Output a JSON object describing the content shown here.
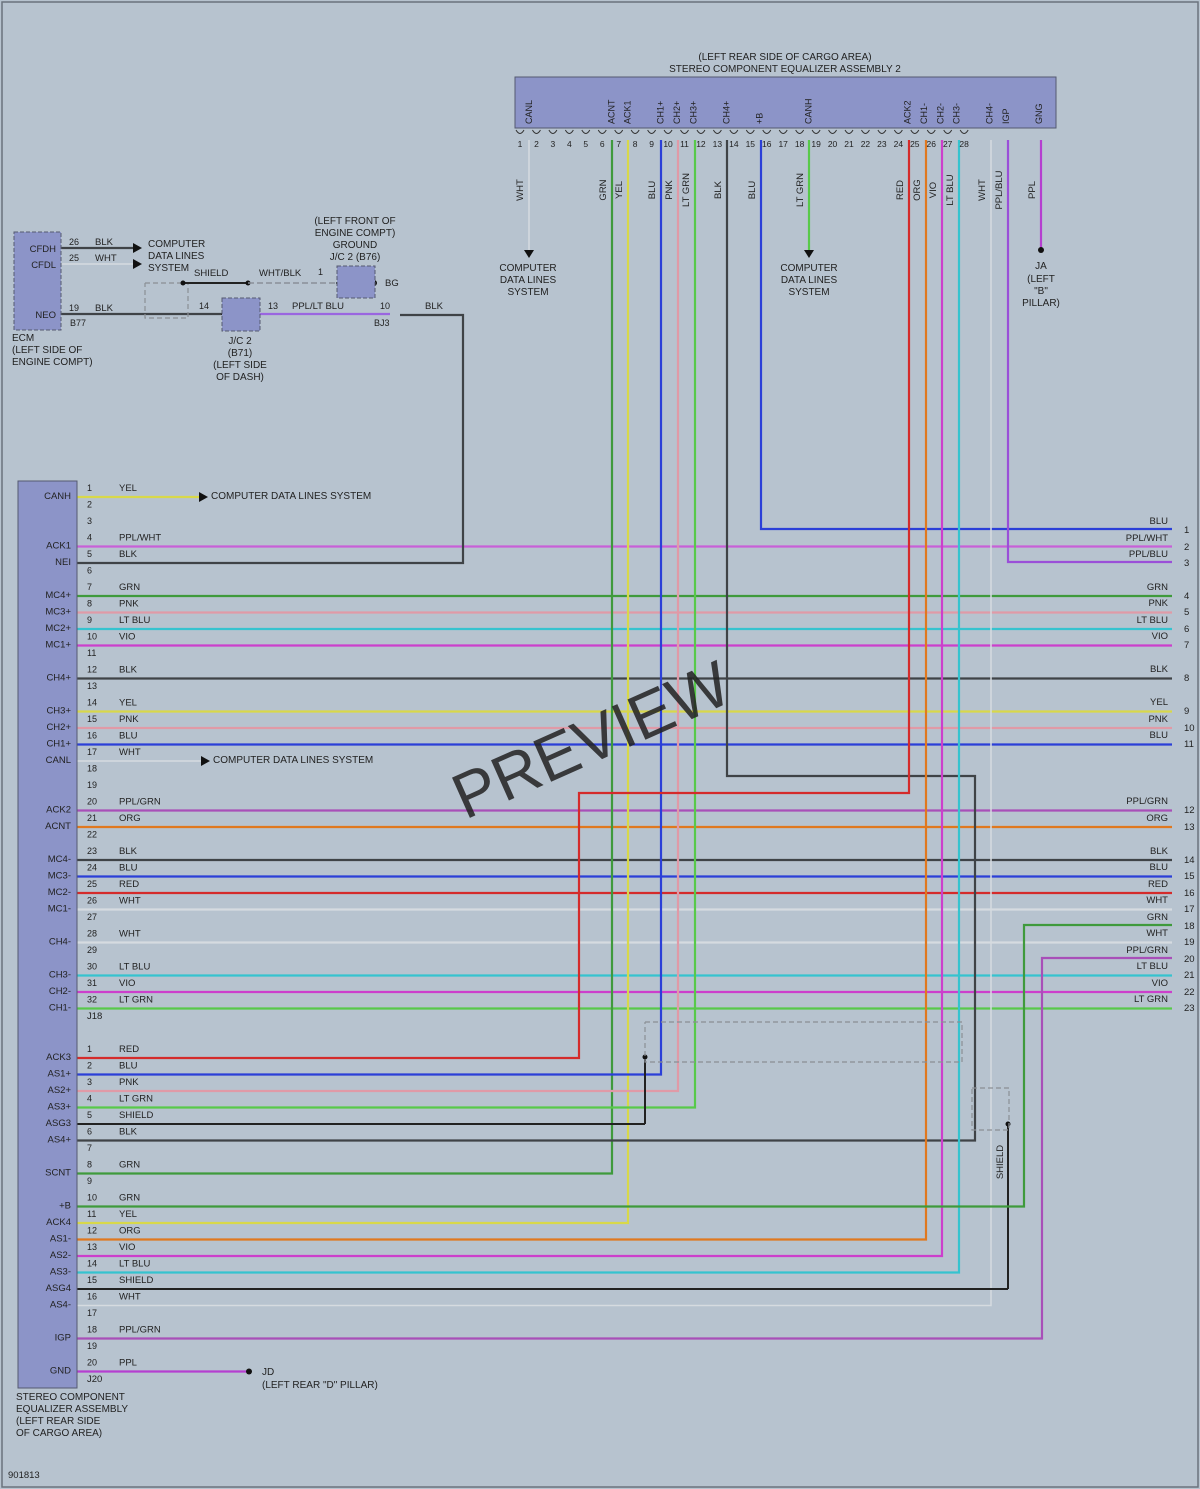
{
  "diagram_id": "901813",
  "watermark": "PREVIEW",
  "colors": {
    "BLK": "#3f4347",
    "WHT": "#d6dbe0",
    "YEL": "#d8d84a",
    "PNK": "#e09aa7",
    "BLU": "#2b3fd8",
    "GRN": "#3f9a3c",
    "LT BLU": "#35c3cf",
    "VIO": "#cc3fcc",
    "RED": "#d42b2b",
    "ORG": "#e0781f",
    "LT GRN": "#58c94a",
    "PPL": "#b53fd0",
    "PPL/WHT": "#c860d8",
    "PPL/BLU": "#9a4fd8",
    "PPL/GRN": "#a84fb8",
    "PPL/LT BLU": "#9a66e0",
    "WHT/BLK": "#8a9098",
    "connector": "#8c94c8"
  },
  "equalizer2": {
    "title_line1": "(LEFT REAR SIDE OF CARGO AREA)",
    "title_line2": "STEREO COMPONENT EQUALIZER ASSEMBLY 2",
    "pin_labels": {
      "1": "CANL",
      "7": "ACNT",
      "8": "ACK1",
      "10": "CH1+",
      "11": "CH2+",
      "12": "CH3+",
      "14": "CH4+",
      "16": "+B",
      "19": "CANH",
      "25": "ACK2",
      "26": "CH1-",
      "27": "CH2-",
      "28": "CH3-",
      "30": "CH4-",
      "31": "IGP",
      "33": "GNG"
    },
    "pin_numbers": [
      "1",
      "2",
      "3",
      "4",
      "5",
      "6",
      "7",
      "8",
      "9",
      "10",
      "11",
      "12",
      "13",
      "14",
      "15",
      "16",
      "17",
      "18",
      "19",
      "20",
      "21",
      "22",
      "23",
      "24",
      "25",
      "26",
      "27",
      "28"
    ],
    "wire_colors": [
      {
        "label": "WHT"
      },
      {
        "label": "GRN"
      },
      {
        "label": "YEL"
      },
      {
        "label": "BLU"
      },
      {
        "label": "PNK"
      },
      {
        "label": "LT GRN"
      },
      {
        "label": "BLK"
      },
      {
        "label": "BLU"
      },
      {
        "label": "LT GRN"
      },
      {
        "label": "RED"
      },
      {
        "label": "ORG"
      },
      {
        "label": "VIO"
      },
      {
        "label": "LT BLU"
      },
      {
        "label": "WHT"
      },
      {
        "label": "PPL/BLU"
      },
      {
        "label": "PPL"
      }
    ],
    "cdl_text": [
      "COMPUTER",
      "DATA LINES",
      "SYSTEM"
    ],
    "ground": {
      "id": "JA",
      "lines": [
        "(LEFT",
        "\"B\"",
        "PILLAR)"
      ]
    }
  },
  "ecm": {
    "pins": [
      "CFDH",
      "CFDL",
      "NEO"
    ],
    "pin_numbers": [
      "26",
      "25",
      "19"
    ],
    "wires": [
      "BLK",
      "WHT",
      "BLK"
    ],
    "connector": "B77",
    "caption": [
      "ECM",
      "(LEFT SIDE OF",
      "ENGINE COMPT)"
    ],
    "cdl_text": [
      "COMPUTER",
      "DATA LINES",
      "SYSTEM"
    ],
    "shield_label": "SHIELD",
    "shield_wire": "WHT/BLK",
    "shield_pin": "1",
    "ground_label": [
      "(LEFT FRONT OF",
      "ENGINE COMPT)",
      "GROUND",
      "J/C 2 (B76)"
    ],
    "ground_id": "BG",
    "jc_pins": [
      "14",
      "13"
    ],
    "jc_wire": "PPL/LT BLU",
    "jc_caption": [
      "J/C 2",
      "(B71)",
      "(LEFT SIDE",
      "OF DASH)"
    ],
    "bj_pin": "10",
    "bj_connector": "BJ3",
    "bj_wire": "BLK"
  },
  "equalizer": {
    "connector_j18": "J18",
    "connector_j20": "J20",
    "caption": [
      "STEREO COMPONENT",
      "EQUALIZER ASSEMBLY",
      "(LEFT REAR SIDE",
      "OF CARGO AREA)"
    ],
    "cdl_text": "COMPUTER DATA LINES SYSTEM",
    "ground": {
      "id": "JD",
      "text": "(LEFT REAR \"D\" PILLAR)"
    },
    "shield_vertical": "SHIELD",
    "j18_rows": [
      {
        "pin": "1",
        "label": "CANH",
        "wire": "YEL"
      },
      {
        "pin": "2",
        "label": "",
        "wire": ""
      },
      {
        "pin": "3",
        "label": "",
        "wire": ""
      },
      {
        "pin": "4",
        "label": "ACK1",
        "wire": "PPL/WHT"
      },
      {
        "pin": "5",
        "label": "NEI",
        "wire": "BLK"
      },
      {
        "pin": "6",
        "label": "",
        "wire": ""
      },
      {
        "pin": "7",
        "label": "MC4+",
        "wire": "GRN"
      },
      {
        "pin": "8",
        "label": "MC3+",
        "wire": "PNK"
      },
      {
        "pin": "9",
        "label": "MC2+",
        "wire": "LT BLU"
      },
      {
        "pin": "10",
        "label": "MC1+",
        "wire": "VIO"
      },
      {
        "pin": "11",
        "label": "",
        "wire": ""
      },
      {
        "pin": "12",
        "label": "CH4+",
        "wire": "BLK"
      },
      {
        "pin": "13",
        "label": "",
        "wire": ""
      },
      {
        "pin": "14",
        "label": "CH3+",
        "wire": "YEL"
      },
      {
        "pin": "15",
        "label": "CH2+",
        "wire": "PNK"
      },
      {
        "pin": "16",
        "label": "CH1+",
        "wire": "BLU"
      },
      {
        "pin": "17",
        "label": "CANL",
        "wire": "WHT"
      },
      {
        "pin": "18",
        "label": "",
        "wire": ""
      },
      {
        "pin": "19",
        "label": "",
        "wire": ""
      },
      {
        "pin": "20",
        "label": "ACK2",
        "wire": "PPL/GRN"
      },
      {
        "pin": "21",
        "label": "ACNT",
        "wire": "ORG"
      },
      {
        "pin": "22",
        "label": "",
        "wire": ""
      },
      {
        "pin": "23",
        "label": "MC4-",
        "wire": "BLK"
      },
      {
        "pin": "24",
        "label": "MC3-",
        "wire": "BLU"
      },
      {
        "pin": "25",
        "label": "MC2-",
        "wire": "RED"
      },
      {
        "pin": "26",
        "label": "MC1-",
        "wire": "WHT"
      },
      {
        "pin": "27",
        "label": "",
        "wire": ""
      },
      {
        "pin": "28",
        "label": "CH4-",
        "wire": "WHT"
      },
      {
        "pin": "29",
        "label": "",
        "wire": ""
      },
      {
        "pin": "30",
        "label": "CH3-",
        "wire": "LT BLU"
      },
      {
        "pin": "31",
        "label": "CH2-",
        "wire": "VIO"
      },
      {
        "pin": "32",
        "label": "CH1-",
        "wire": "LT GRN"
      }
    ],
    "j20_rows": [
      {
        "pin": "1",
        "label": "ACK3",
        "wire": "RED"
      },
      {
        "pin": "2",
        "label": "AS1+",
        "wire": "BLU"
      },
      {
        "pin": "3",
        "label": "AS2+",
        "wire": "PNK"
      },
      {
        "pin": "4",
        "label": "AS3+",
        "wire": "LT GRN"
      },
      {
        "pin": "5",
        "label": "ASG3",
        "wire": "SHIELD"
      },
      {
        "pin": "6",
        "label": "AS4+",
        "wire": "BLK"
      },
      {
        "pin": "7",
        "label": "",
        "wire": ""
      },
      {
        "pin": "8",
        "label": "SCNT",
        "wire": "GRN"
      },
      {
        "pin": "9",
        "label": "",
        "wire": ""
      },
      {
        "pin": "10",
        "label": "+B",
        "wire": "GRN"
      },
      {
        "pin": "11",
        "label": "ACK4",
        "wire": "YEL"
      },
      {
        "pin": "12",
        "label": "AS1-",
        "wire": "ORG"
      },
      {
        "pin": "13",
        "label": "AS2-",
        "wire": "VIO"
      },
      {
        "pin": "14",
        "label": "AS3-",
        "wire": "LT BLU"
      },
      {
        "pin": "15",
        "label": "ASG4",
        "wire": "SHIELD"
      },
      {
        "pin": "16",
        "label": "AS4-",
        "wire": "WHT"
      },
      {
        "pin": "17",
        "label": "",
        "wire": ""
      },
      {
        "pin": "18",
        "label": "IGP",
        "wire": "PPL/GRN"
      },
      {
        "pin": "19",
        "label": "",
        "wire": ""
      },
      {
        "pin": "20",
        "label": "GND",
        "wire": "PPL"
      }
    ]
  },
  "right_exits": [
    {
      "num": "1",
      "wire": "BLU"
    },
    {
      "num": "2",
      "wire": "PPL/WHT"
    },
    {
      "num": "3",
      "wire": "PPL/BLU"
    },
    {
      "num": "4",
      "wire": "GRN"
    },
    {
      "num": "5",
      "wire": "PNK"
    },
    {
      "num": "6",
      "wire": "LT BLU"
    },
    {
      "num": "7",
      "wire": "VIO"
    },
    {
      "num": "8",
      "wire": "BLK"
    },
    {
      "num": "9",
      "wire": "YEL"
    },
    {
      "num": "10",
      "wire": "PNK"
    },
    {
      "num": "11",
      "wire": "BLU"
    },
    {
      "num": "12",
      "wire": "PPL/GRN"
    },
    {
      "num": "13",
      "wire": "ORG"
    },
    {
      "num": "14",
      "wire": "BLK"
    },
    {
      "num": "15",
      "wire": "BLU"
    },
    {
      "num": "16",
      "wire": "RED"
    },
    {
      "num": "17",
      "wire": "WHT"
    },
    {
      "num": "18",
      "wire": "GRN"
    },
    {
      "num": "19",
      "wire": "WHT"
    },
    {
      "num": "20",
      "wire": "PPL/GRN"
    },
    {
      "num": "21",
      "wire": "LT BLU"
    },
    {
      "num": "22",
      "wire": "VIO"
    },
    {
      "num": "23",
      "wire": "LT GRN"
    }
  ]
}
